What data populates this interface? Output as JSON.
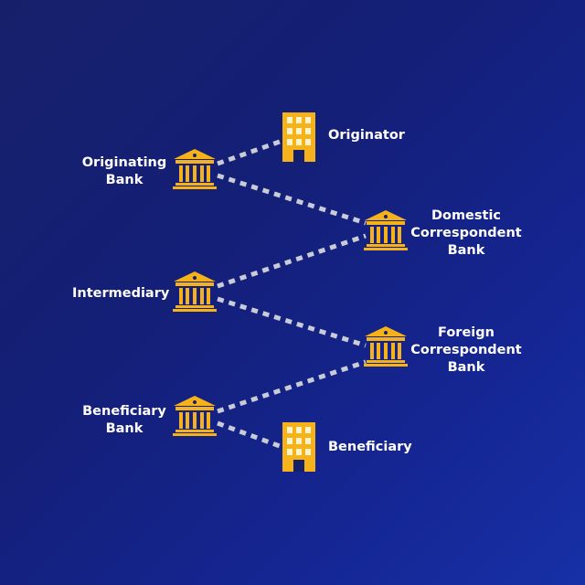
{
  "colors": {
    "icon": "#f5b21b",
    "icon_detail": "#fff3c8",
    "connector": "#c9ccd6",
    "label": "#ffffff"
  },
  "nodes": {
    "originator": {
      "label": "Originator",
      "icon": "office-building-icon"
    },
    "originating_bank": {
      "label": "Originating\nBank",
      "icon": "bank-icon"
    },
    "domestic_correspondent_bank": {
      "label": "Domestic\nCorrespondent\nBank",
      "icon": "bank-icon"
    },
    "intermediary": {
      "label": "Intermediary",
      "icon": "bank-icon"
    },
    "foreign_correspondent_bank": {
      "label": "Foreign\nCorrespondent\nBank",
      "icon": "bank-icon"
    },
    "beneficiary_bank": {
      "label": "Beneficiary\nBank",
      "icon": "bank-icon"
    },
    "beneficiary": {
      "label": "Beneficiary",
      "icon": "office-building-icon"
    }
  },
  "connections": [
    [
      "originating_bank",
      "originator"
    ],
    [
      "originating_bank",
      "domestic_correspondent_bank"
    ],
    [
      "intermediary",
      "domestic_correspondent_bank"
    ],
    [
      "intermediary",
      "foreign_correspondent_bank"
    ],
    [
      "beneficiary_bank",
      "foreign_correspondent_bank"
    ],
    [
      "beneficiary_bank",
      "beneficiary"
    ]
  ]
}
